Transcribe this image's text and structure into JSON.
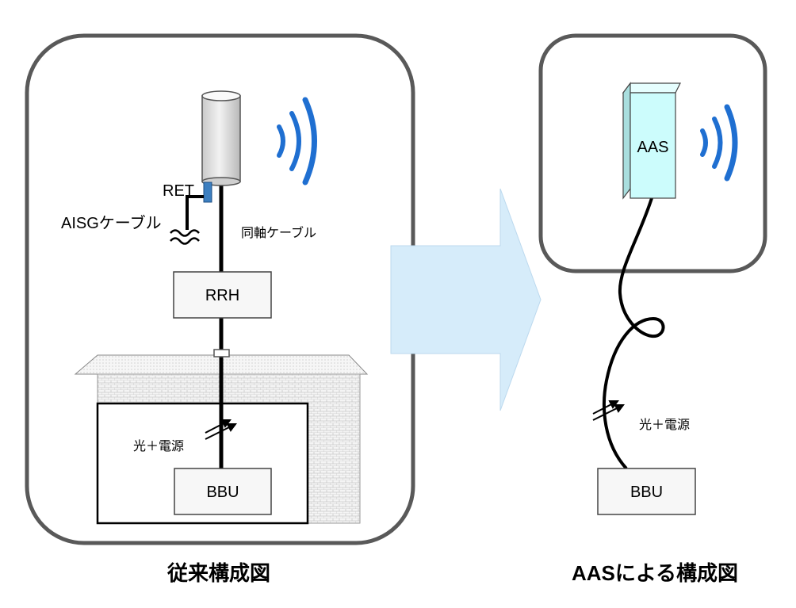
{
  "left_panel": {
    "ret_label": "RET",
    "aisg_label": "AISGケーブル",
    "coax_label": "同軸ケーブル",
    "rrh_label": "RRH",
    "fiber_power_label": "光＋電源",
    "bbu_label": "BBU",
    "caption": "従来構成図"
  },
  "right_panel": {
    "aas_label": "AAS",
    "fiber_power_label": "光＋電源",
    "bbu_label": "BBU",
    "caption": "AASによる構成図"
  },
  "colors": {
    "panel_border": "#595959",
    "arrow_fill": "#d6ecfa",
    "aas_fill": "#ccfcfc",
    "wave_blue": "#1f6fd1",
    "connector_blue": "#3d7fc0"
  }
}
